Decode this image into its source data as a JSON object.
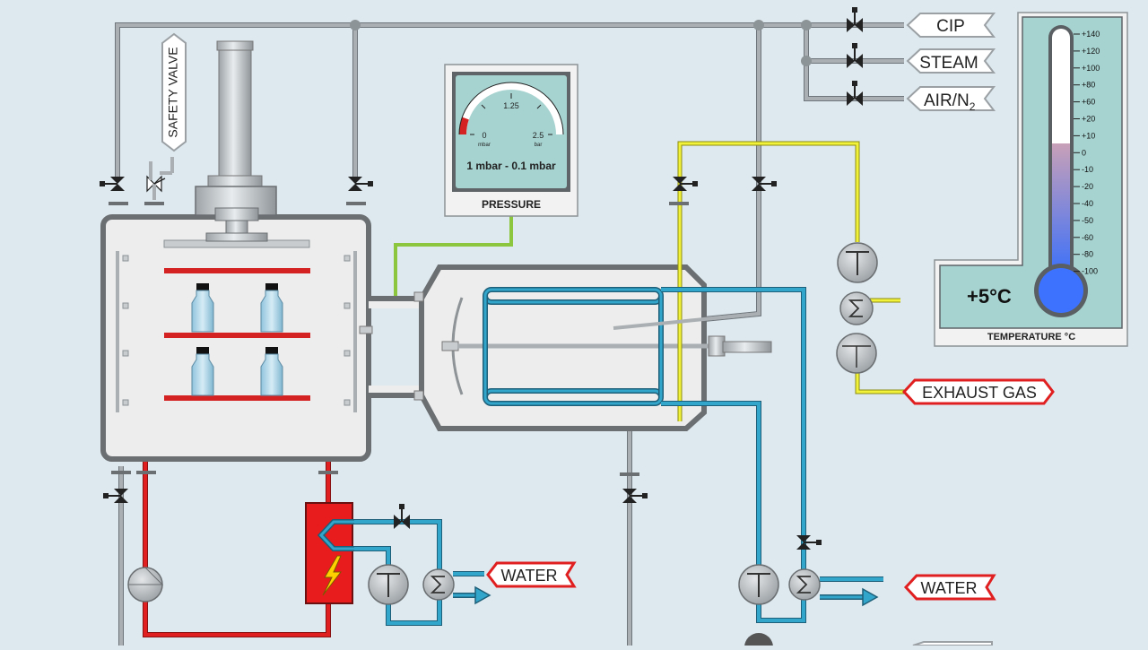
{
  "labels": {
    "safety_valve": "SAFETY VALVE",
    "cip": "CIP",
    "steam": "STEAM",
    "air_n2": "AIR/N",
    "air_n2_sub": "2",
    "exhaust_gas": "EXHAUST GAS",
    "water_left": "WATER",
    "water_right": "WATER"
  },
  "pressure_gauge": {
    "title": "PRESSURE",
    "reading": "1 mbar - 0.1 mbar",
    "scale_min": "0",
    "scale_mid": "1.25",
    "scale_max": "2.5",
    "unit_min": "mbar",
    "unit_max": "bar"
  },
  "thermometer": {
    "title": "TEMPERATURE °C",
    "value_text": "+5",
    "value_unit": "°C",
    "scale": [
      "+140",
      "+120",
      "+100",
      "+80",
      "+60",
      "+20",
      "+10",
      "0",
      "-10",
      "-20",
      "-40",
      "-50",
      "-60",
      "-80",
      "-100"
    ]
  },
  "colors": {
    "background": "#dde9ef",
    "steam_line": "#e02020",
    "water_line": "#33a6cc",
    "exhaust_line": "#f2f23a",
    "pressure_line": "#8cc63f",
    "warning_border": "#e02020",
    "mercury_warm": "#c8a0b8",
    "mercury_cold": "#2f6cff"
  },
  "icons": [
    "valve-icon",
    "pump-icon",
    "condenser-icon",
    "heater-icon",
    "lightning-icon",
    "bottle-icon",
    "arrow-icon"
  ]
}
